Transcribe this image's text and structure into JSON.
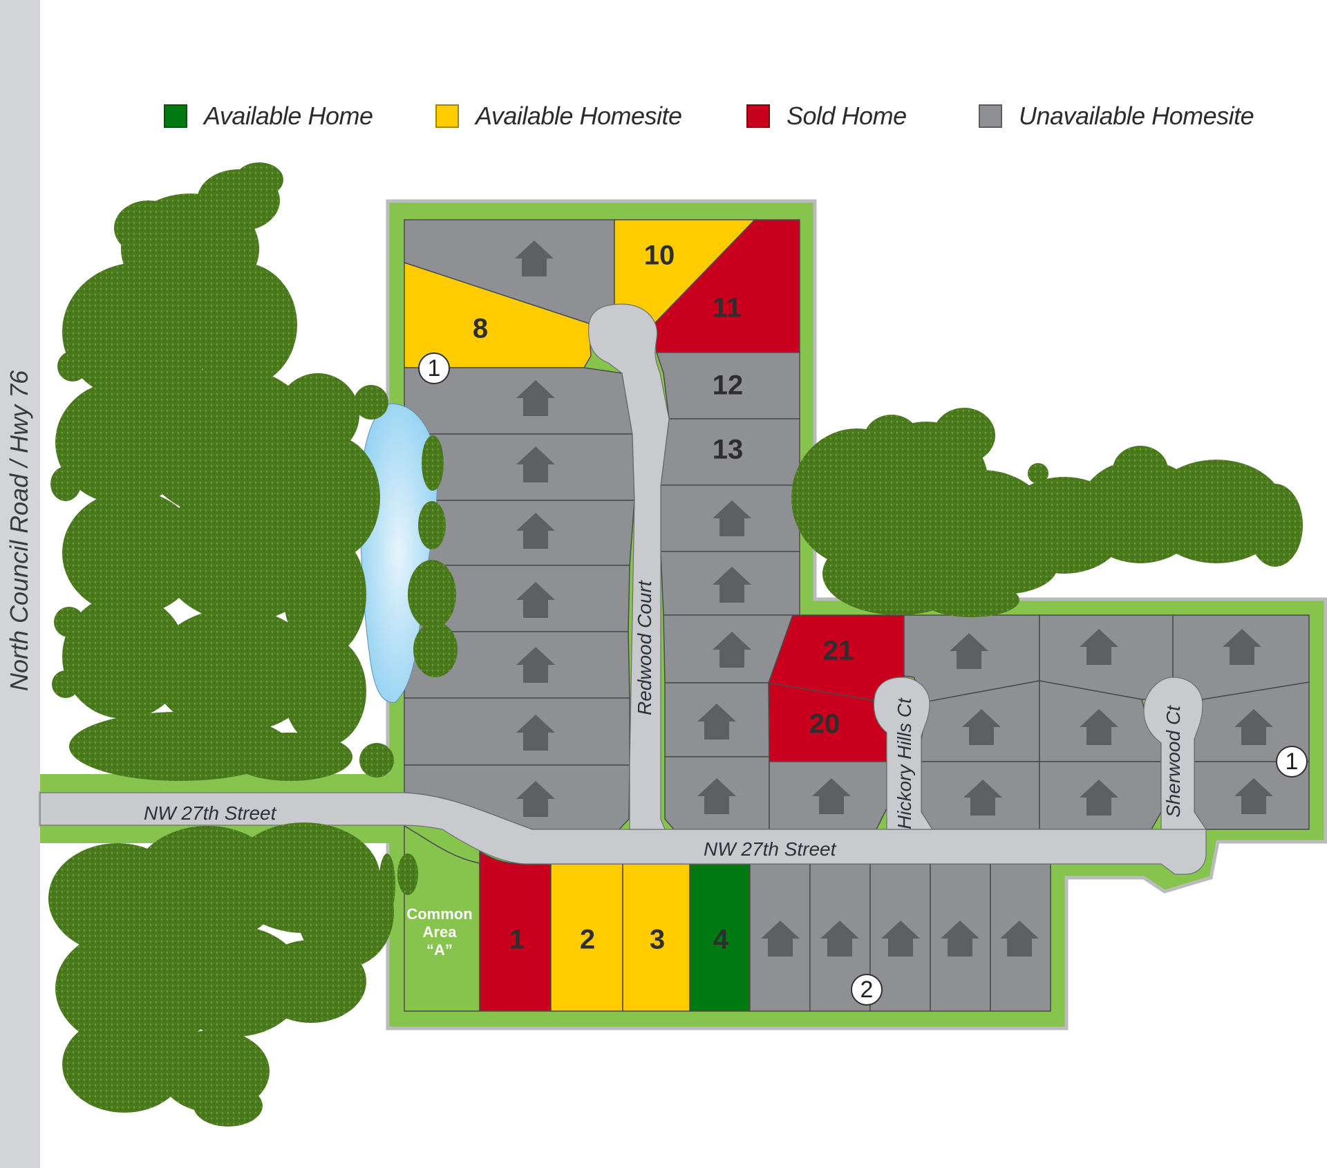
{
  "legend": {
    "items": [
      {
        "label": "Available Home",
        "color": "#007a10",
        "status": "available-home"
      },
      {
        "label": "Available Homesite",
        "color": "#ffcc00",
        "status": "available-homesite"
      },
      {
        "label": "Sold Home",
        "color": "#c8001e",
        "status": "sold-home"
      },
      {
        "label": "Unavailable Homesite",
        "color": "#8e9093",
        "status": "unavailable-homesite"
      }
    ]
  },
  "colors": {
    "available_home": "#007a10",
    "available_homesite": "#ffcc00",
    "sold_home": "#c8001e",
    "unavailable_homesite": "#8e9093",
    "buffer_green": "#86c44e",
    "road": "#c8cacd",
    "water": "#9fd8f4",
    "tree": "#4b7a1e",
    "house_icon": "#5e5f63"
  },
  "roads": {
    "highway": "North Council Road / Hwy 76",
    "street_west": "NW 27th Street",
    "street_main": "NW 27th Street",
    "redwood": "Redwood Court",
    "hickory": "Hickory Hills Ct",
    "sherwood": "Sherwood Ct"
  },
  "common_area": {
    "line1": "Common",
    "line2": "Area",
    "line3": "“A”"
  },
  "phase_markers": [
    {
      "label": "1",
      "location": "north-west lots"
    },
    {
      "label": "1",
      "location": "east lots"
    },
    {
      "label": "2",
      "location": "south lots"
    }
  ],
  "lots": {
    "l8": {
      "number": "8",
      "status": "available-homesite"
    },
    "l10": {
      "number": "10",
      "status": "available-homesite"
    },
    "l11": {
      "number": "11",
      "status": "sold-home"
    },
    "l12": {
      "number": "12",
      "status": "unavailable-homesite"
    },
    "l13": {
      "number": "13",
      "status": "unavailable-homesite"
    },
    "l20": {
      "number": "20",
      "status": "sold-home"
    },
    "l21": {
      "number": "21",
      "status": "sold-home"
    },
    "l1": {
      "number": "1",
      "status": "sold-home"
    },
    "l2": {
      "number": "2",
      "status": "available-homesite"
    },
    "l3": {
      "number": "3",
      "status": "available-homesite"
    },
    "l4": {
      "number": "4",
      "status": "available-home"
    }
  }
}
